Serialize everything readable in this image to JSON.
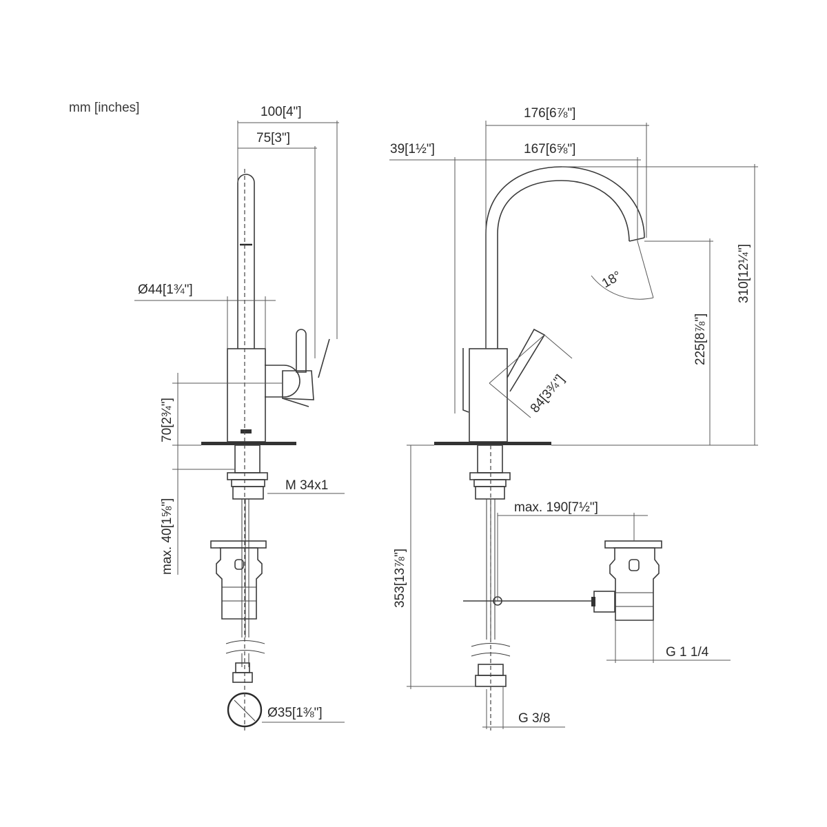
{
  "units_label": "mm [inches]",
  "dimensions": {
    "side_width_total": "100[4\"]",
    "side_width_handle": "75[3\"]",
    "body_diameter": "Ø44[1¾\"]",
    "base_height": "70[2¾\"]",
    "thread": "M 34x1",
    "max_thickness": "max. 40[1⅝\"]",
    "tail_diameter": "Ø35[1⅜\"]",
    "spout_width_total": "176[6⅞\"]",
    "spout_reach": "167[6⅝\"]",
    "body_offset": "39[1½\"]",
    "spout_angle": "18°",
    "total_height": "310[12¼\"]",
    "spout_height": "225[8⅞\"]",
    "lever_length": "84[3¾\"]",
    "drain_reach": "max. 190[7½\"]",
    "below_deck": "353[13⅞\"]",
    "drain_thread": "G 1 1/4",
    "supply_thread": "G 3/8"
  }
}
